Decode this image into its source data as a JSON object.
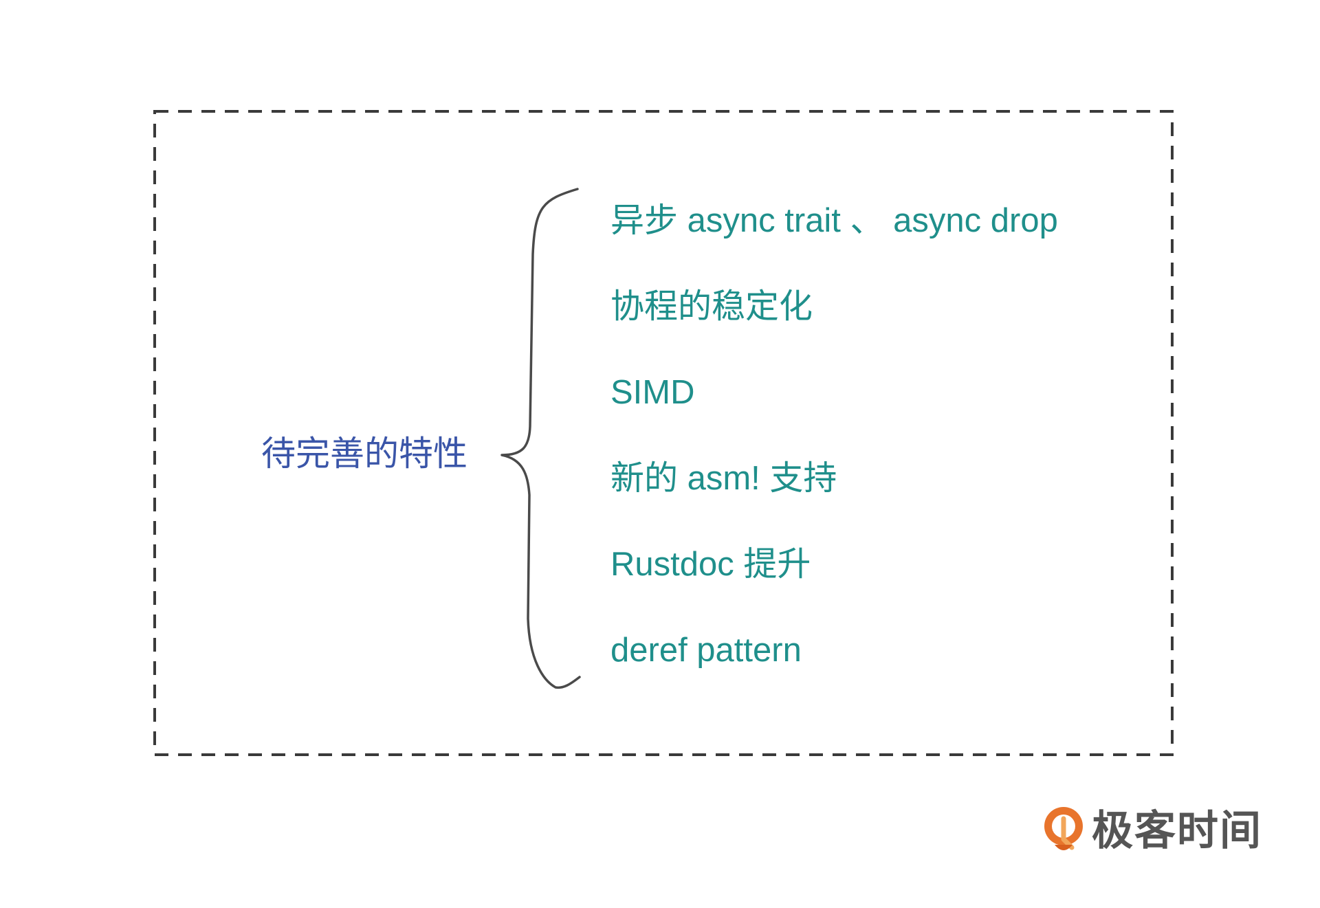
{
  "diagram": {
    "root": {
      "label": "待完善的特性",
      "color": "#3a55a8"
    },
    "branches": [
      {
        "label": "异步 async trait 、 async drop"
      },
      {
        "label": "协程的稳定化"
      },
      {
        "label": "SIMD"
      },
      {
        "label": "新的 asm! 支持"
      },
      {
        "label": "Rustdoc 提升"
      },
      {
        "label": "deref pattern"
      }
    ],
    "branch_color": "#1f8f8b",
    "frame_style": "dashed",
    "frame_color": "#3a3a3a"
  },
  "logo": {
    "text": "极客时间",
    "icon": "geektime-logo-icon",
    "mark_color": "#e8742c"
  }
}
